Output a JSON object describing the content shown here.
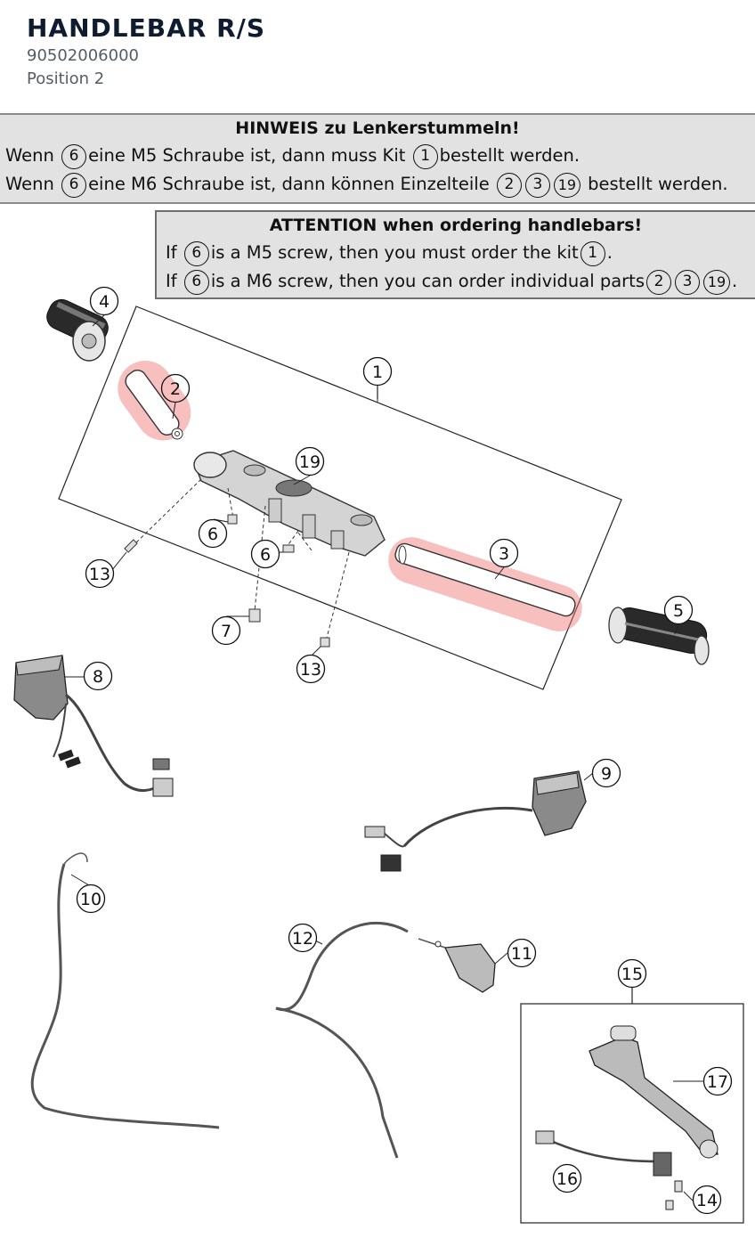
{
  "header": {
    "title": "HANDLEBAR R/S",
    "part_number": "90502006000",
    "position": "Position 2"
  },
  "notice_de": {
    "title": "HINWEIS zu Lenkerstummeln!",
    "line1": {
      "pre": "Wenn",
      "ref": "6",
      "mid": "eine M5 Schraube ist, dann muss Kit",
      "ref2": "1",
      "post": "bestellt werden."
    },
    "line2": {
      "pre": "Wenn",
      "ref": "6",
      "mid": "eine M6 Schraube ist, dann können Einzelteile",
      "refs": [
        "2",
        "3",
        "19"
      ],
      "post": "bestellt werden."
    }
  },
  "notice_en": {
    "title": "ATTENTION when ordering handlebars!",
    "line1": {
      "pre": "If",
      "ref": "6",
      "mid": "is a M5 screw, then you must order the kit",
      "ref2": "1",
      "post": "."
    },
    "line2": {
      "pre": "If",
      "ref": "6",
      "mid": "is a M6 screw, then you can order individual parts",
      "refs": [
        "2",
        "3",
        "19"
      ],
      "post": "."
    }
  },
  "callouts": {
    "c1": "1",
    "c2": "2",
    "c3": "3",
    "c4": "4",
    "c5": "5",
    "c6a": "6",
    "c6b": "6",
    "c7": "7",
    "c8": "8",
    "c9": "9",
    "c10": "10",
    "c11": "11",
    "c12": "12",
    "c13a": "13",
    "c13b": "13",
    "c14": "14",
    "c15": "15",
    "c16": "16",
    "c17": "17",
    "c19": "19"
  },
  "colors": {
    "highlight": "#f07070",
    "notice_bg": "#e2e2e2",
    "ink": "#111111"
  }
}
